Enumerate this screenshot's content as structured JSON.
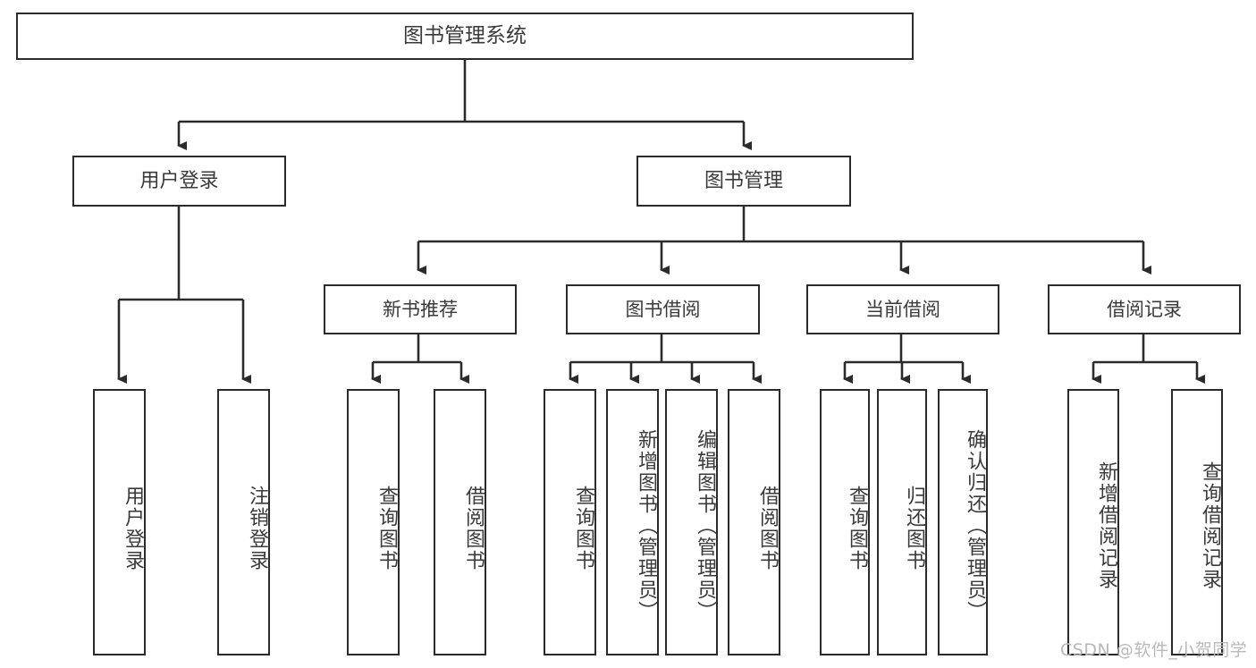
{
  "diagram": {
    "title": "图书管理系统",
    "type": "tree-hierarchy",
    "watermark": "CSDN @软件_小贺同学",
    "colors": {
      "box_border": "#2b2b2b",
      "box_fill": "#ffffff",
      "text": "#3a3a3a",
      "connector": "#2b2b2b",
      "watermark": "#b9b9b9"
    },
    "nodes": {
      "root": {
        "label": "图书管理系统"
      },
      "level2": [
        {
          "label": "用户登录"
        },
        {
          "label": "图书管理"
        }
      ],
      "level3": [
        {
          "label": "新书推荐"
        },
        {
          "label": "图书借阅"
        },
        {
          "label": "当前借阅"
        },
        {
          "label": "借阅记录"
        }
      ],
      "leaves": {
        "user_login": [
          {
            "label": "用户登录"
          },
          {
            "label": "注销登录"
          }
        ],
        "new_book_recommend": [
          {
            "label": "查询图书"
          },
          {
            "label": "借阅图书"
          }
        ],
        "book_borrow": [
          {
            "label": "查询图书"
          },
          {
            "label": "新增图书（管理员）"
          },
          {
            "label": "编辑图书（管理员）"
          },
          {
            "label": "借阅图书"
          }
        ],
        "current_borrow": [
          {
            "label": "查询图书"
          },
          {
            "label": "归还图书"
          },
          {
            "label": "确认归还（管理员）"
          }
        ],
        "borrow_record": [
          {
            "label": "新增借阅记录"
          },
          {
            "label": "查询借阅记录"
          }
        ]
      }
    }
  }
}
